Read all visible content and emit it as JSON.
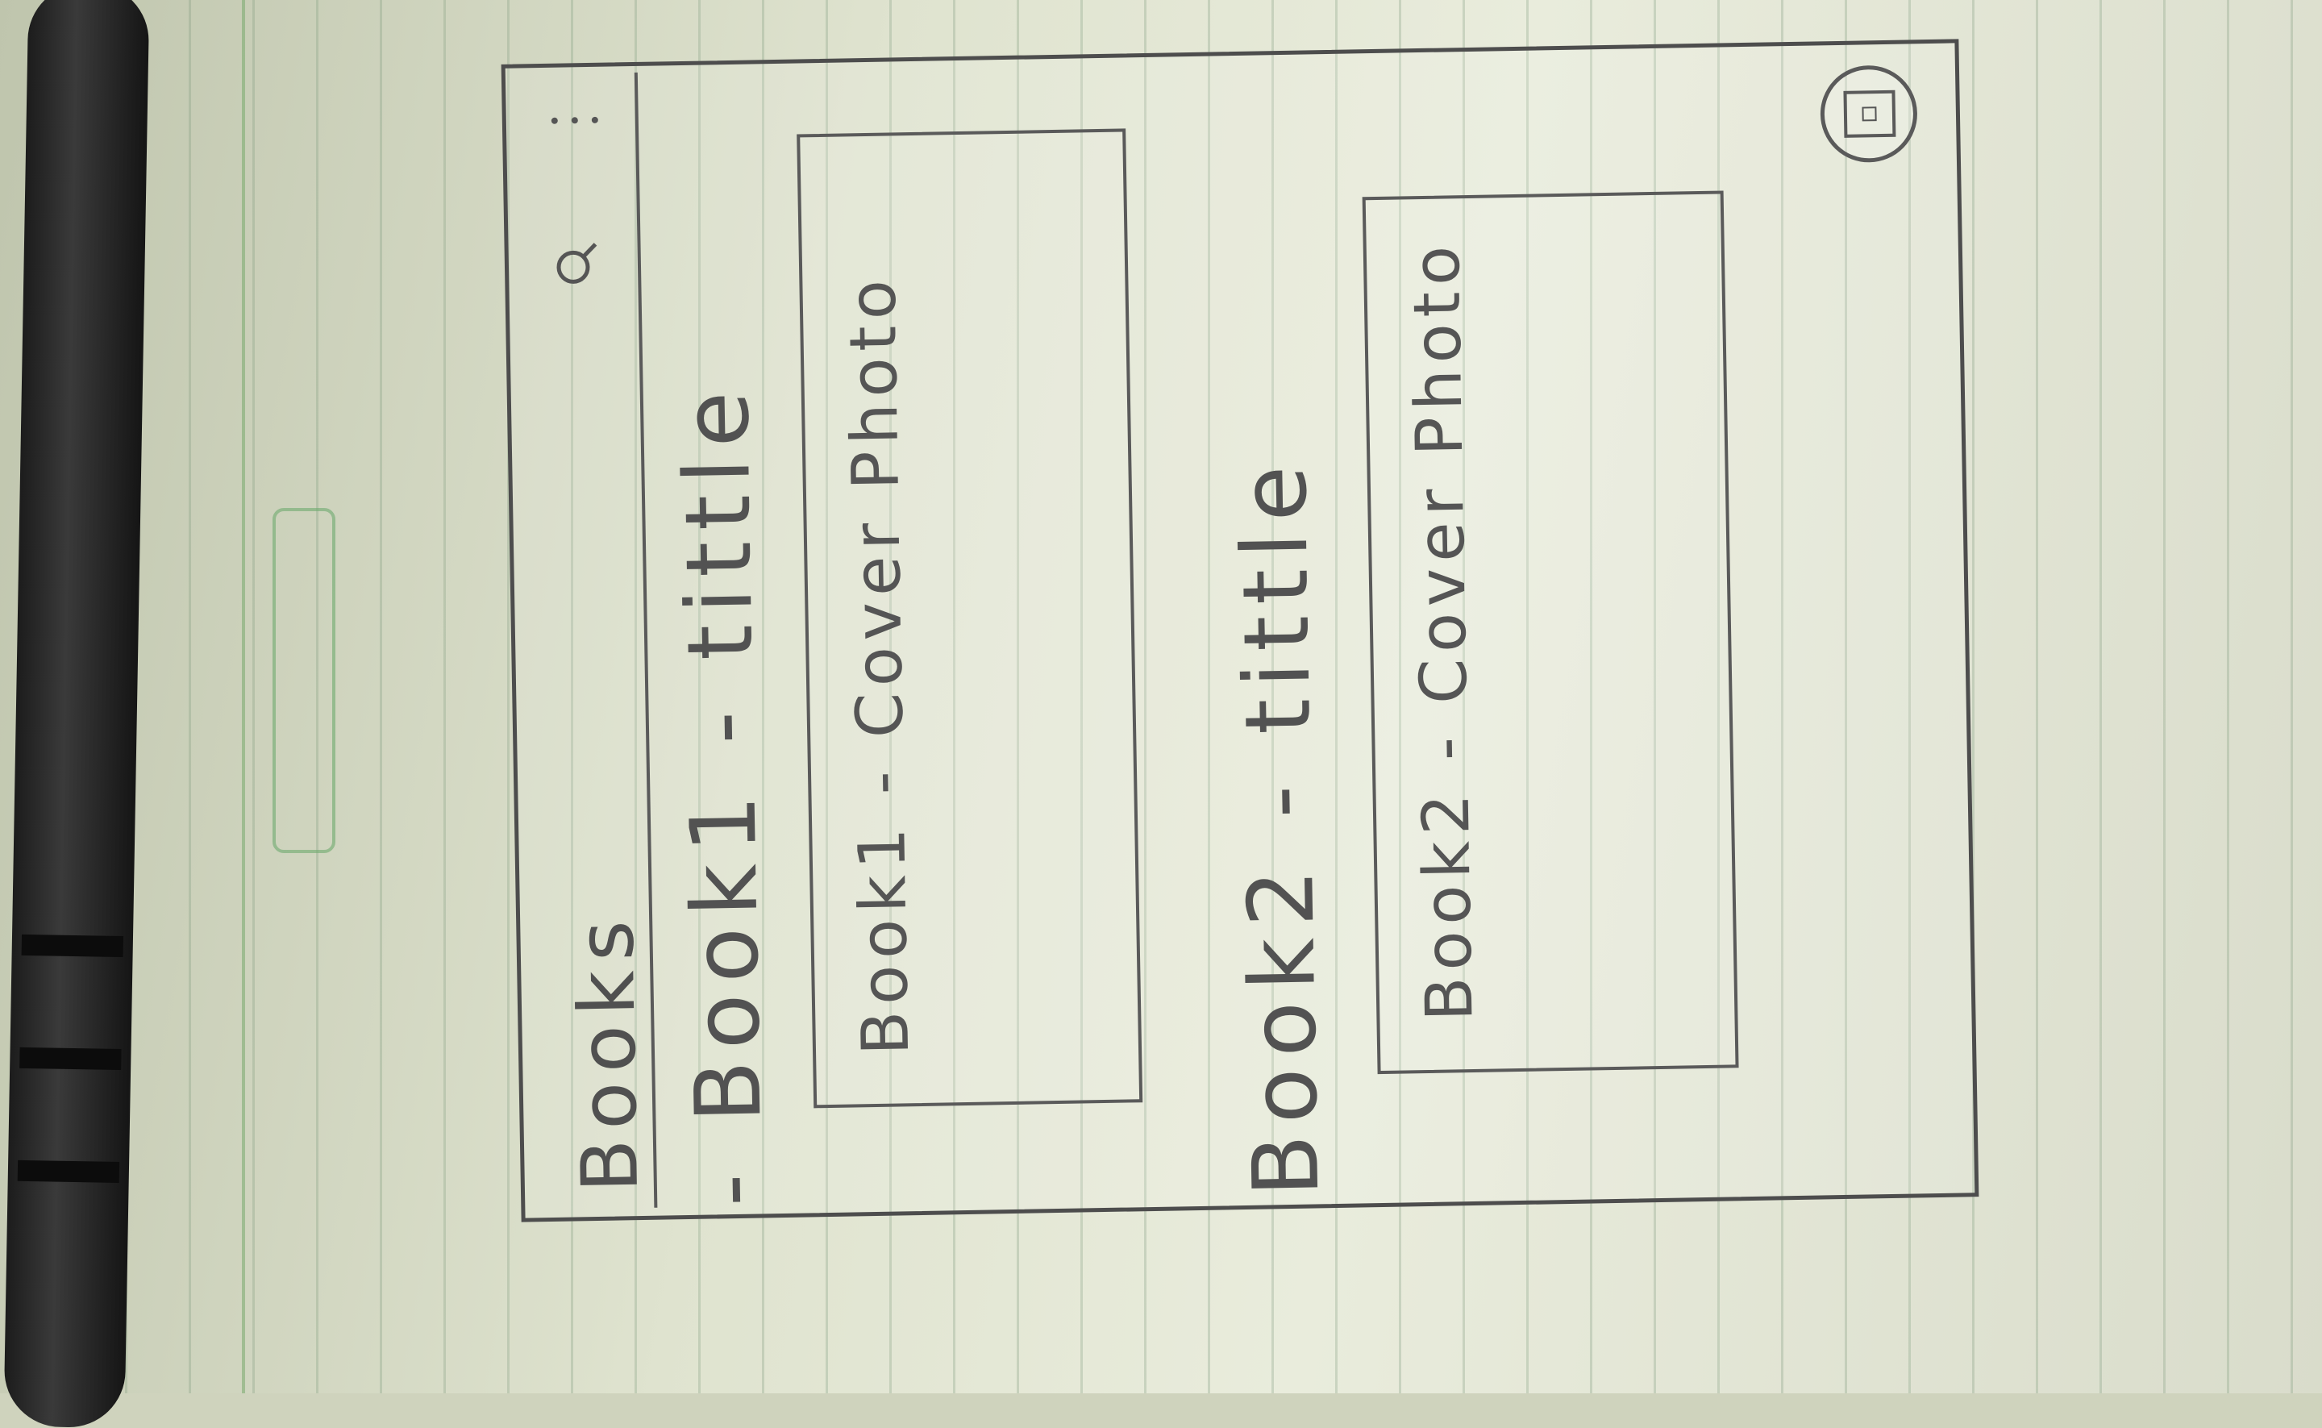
{
  "app": {
    "title": "Books"
  },
  "icons": {
    "search": "search-icon",
    "menu": "overflow-menu-icon",
    "fab": "add-photo-icon"
  },
  "books": [
    {
      "title": "- Book1 - tittle",
      "cover": "Book1 - Cover Photo"
    },
    {
      "title": "Book2 - tittle",
      "cover": "Book2 - Cover Photo"
    }
  ]
}
